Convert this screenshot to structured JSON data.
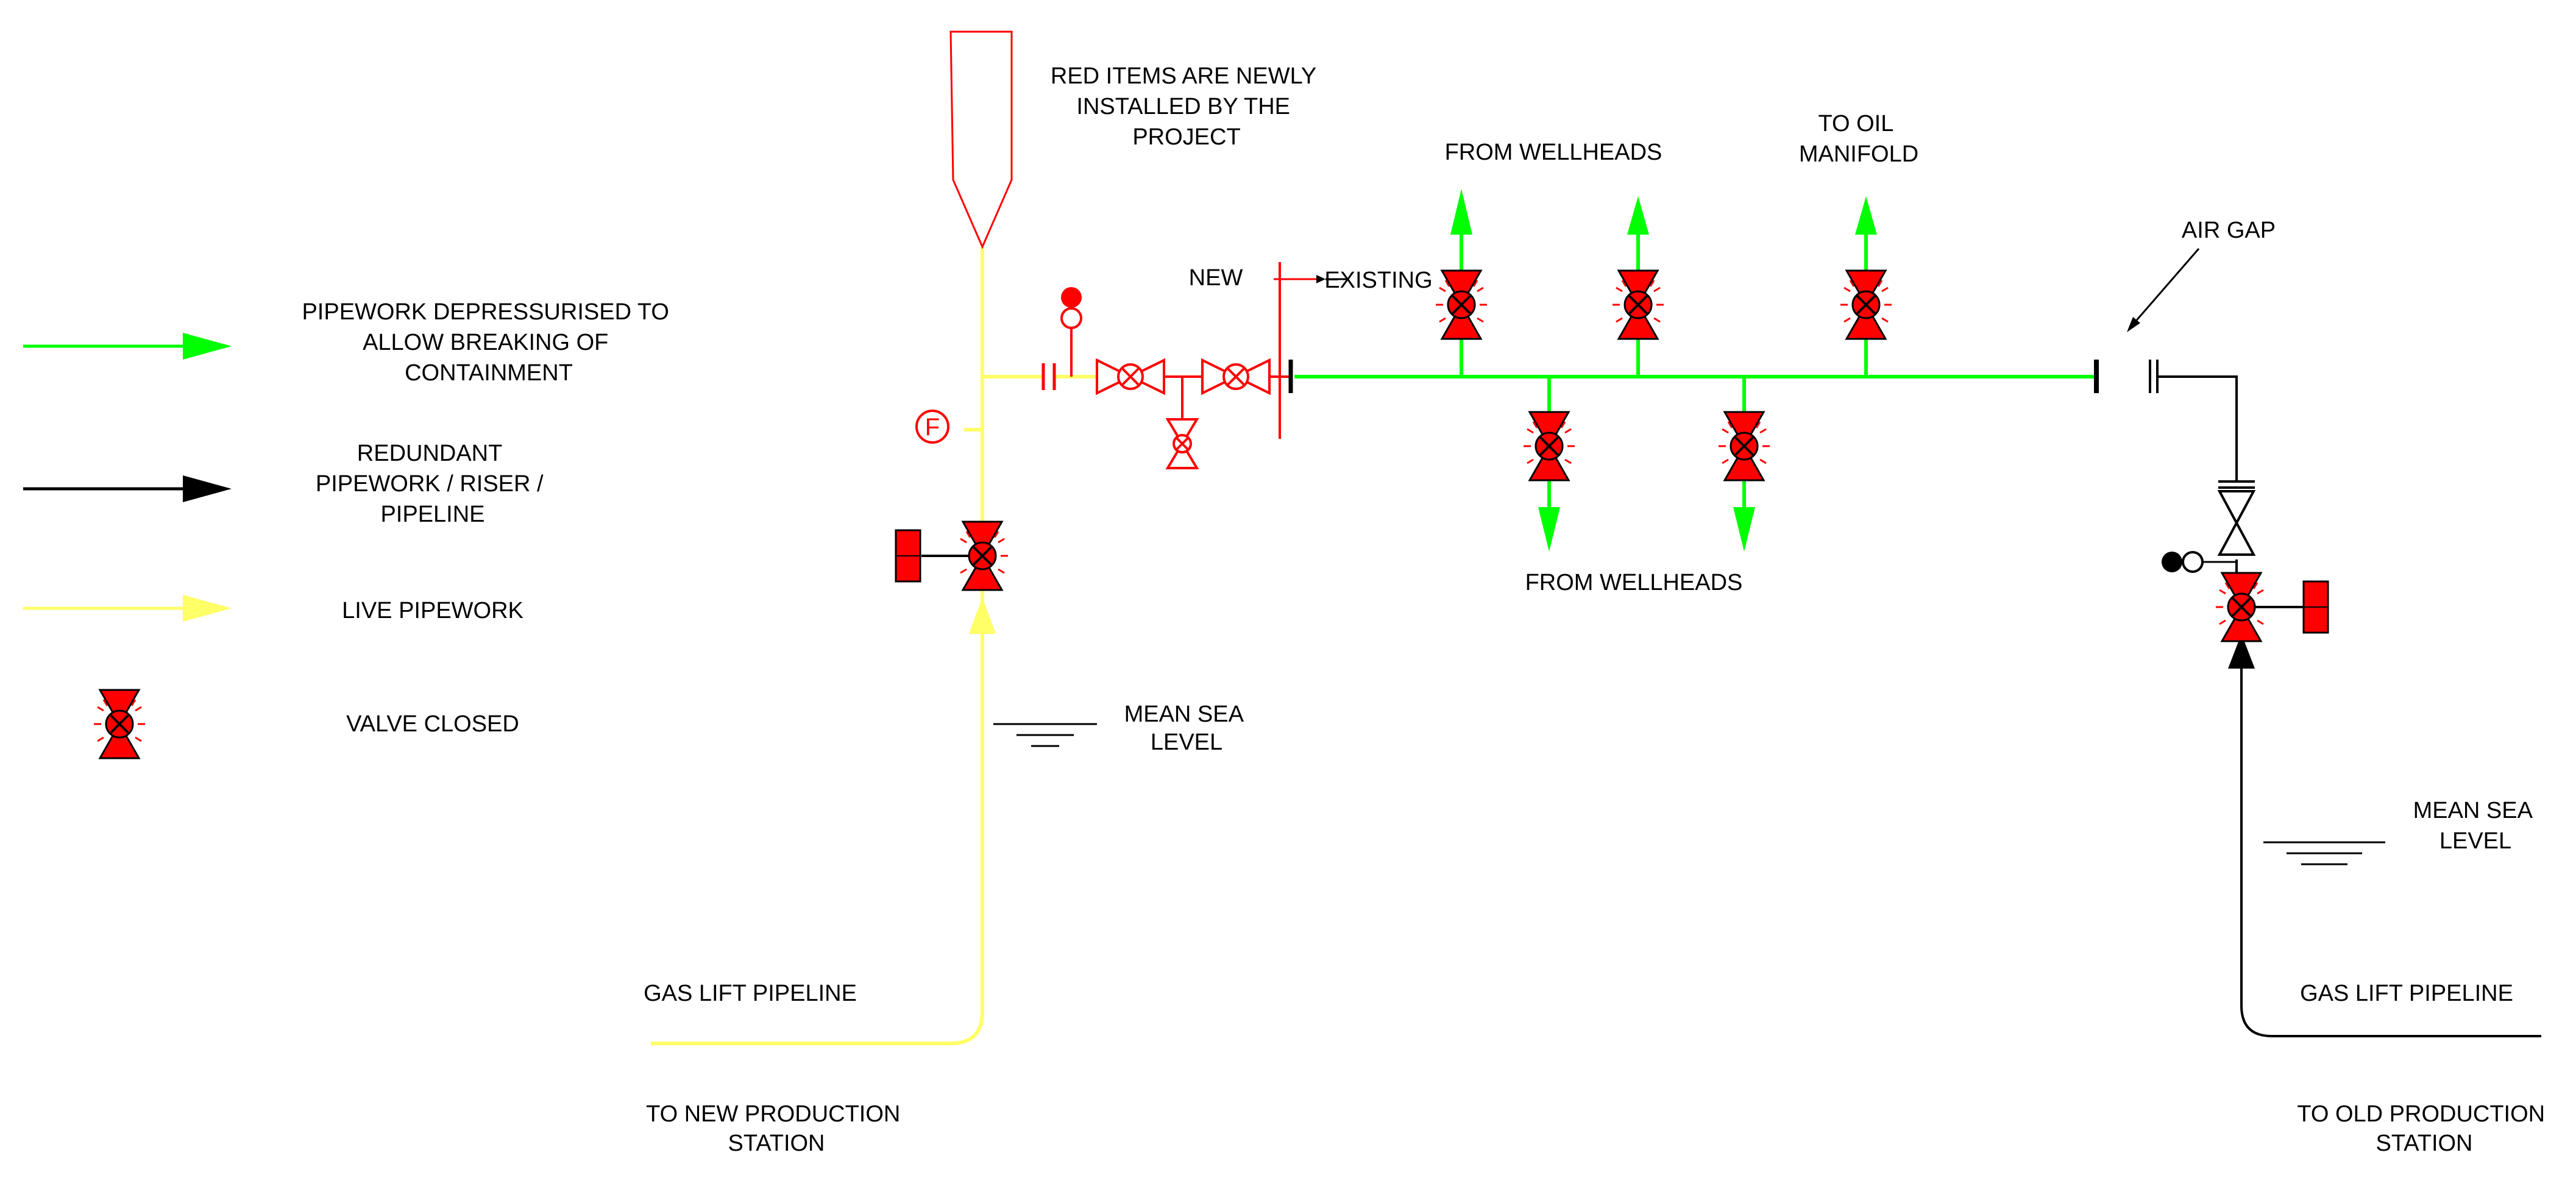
{
  "colors": {
    "depressurised": "#00ff00",
    "redundant": "#000000",
    "live": "#ffff66",
    "new_items": "#ff0000"
  },
  "legend": {
    "depressurised": [
      "PIPEWORK DEPRESSURISED TO",
      "ALLOW BREAKING OF",
      "CONTAINMENT"
    ],
    "redundant": [
      "REDUNDANT",
      "PIPEWORK / RISER /",
      "PIPELINE"
    ],
    "live": "LIVE PIPEWORK",
    "valve_closed": "VALVE CLOSED"
  },
  "notes": {
    "red_items": [
      "RED ITEMS ARE NEWLY",
      "INSTALLED BY THE",
      "PROJECT"
    ],
    "new": "NEW",
    "existing": "EXISTING",
    "air_gap": "AIR GAP",
    "flow_meter": "F"
  },
  "labels": {
    "from_wellheads_top": "FROM WELLHEADS",
    "to_oil_manifold": [
      "TO OIL",
      "MANIFOLD"
    ],
    "from_wellheads_bottom": "FROM WELLHEADS",
    "msl_left": [
      "MEAN SEA",
      "LEVEL"
    ],
    "msl_right": [
      "MEAN SEA",
      "LEVEL"
    ],
    "gas_lift_left": "GAS LIFT PIPELINE",
    "gas_lift_right": "GAS LIFT PIPELINE",
    "to_new_station": [
      "TO NEW PRODUCTION",
      "STATION"
    ],
    "to_old_station": [
      "TO OLD PRODUCTION",
      "STATION"
    ]
  }
}
